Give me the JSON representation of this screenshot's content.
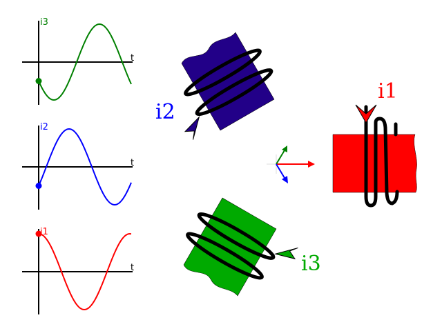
{
  "colors": {
    "phase1": "#ff0000",
    "phase2": "#0000ff",
    "phase3": "#008000",
    "coil1": "#ff0000",
    "coil2": "#220088",
    "coil3": "#00aa00",
    "coil3_label": "#00aa00"
  },
  "graphs": [
    {
      "label": "i3",
      "time_label": "t",
      "phase_deg": 120
    },
    {
      "label": "i2",
      "time_label": "t",
      "phase_deg": -120
    },
    {
      "label": "i1",
      "time_label": "t",
      "phase_deg": 0
    }
  ],
  "coils": {
    "coil1_label": "i1",
    "coil2_label": "i2",
    "coil3_label": "i3"
  }
}
